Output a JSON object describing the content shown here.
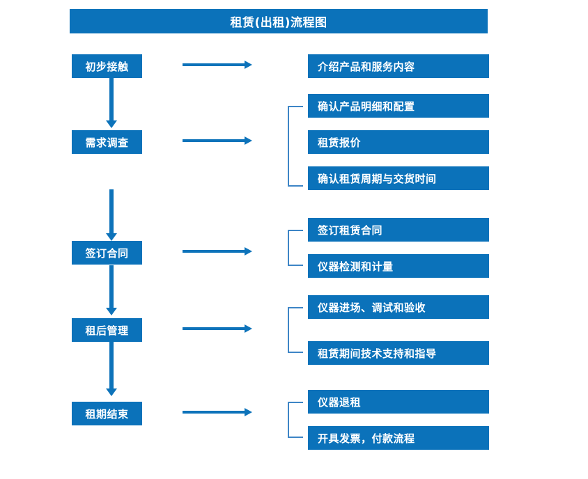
{
  "colors": {
    "box_fill": "#0b72ba",
    "box_text": "#ffffff",
    "arrow": "#0d73ba",
    "bracket": "#3d85c6",
    "background": "#ffffff"
  },
  "header": {
    "title": "租赁(出租)流程图"
  },
  "chart_data": {
    "type": "diagram",
    "title": "租赁(出租)流程图",
    "orientation": "vertical-stages-with-horizontal-details",
    "stages": [
      {
        "index": 1,
        "label": "初步接触",
        "details": [
          "介绍产品和服务内容"
        ],
        "has_bracket": false
      },
      {
        "index": 2,
        "label": "需求调查",
        "details": [
          "确认产品明细和配置",
          "租赁报价",
          "确认租赁周期与交货时间"
        ],
        "has_bracket": true
      },
      {
        "index": 3,
        "label": "签订合同",
        "details": [
          "签订租赁合同",
          "仪器检测和计量"
        ],
        "has_bracket": true
      },
      {
        "index": 4,
        "label": "租后管理",
        "details": [
          "仪器进场、调试和验收",
          "租赁期间技术支持和指导"
        ],
        "has_bracket": true
      },
      {
        "index": 5,
        "label": "租期结束",
        "details": [
          "仪器退租",
          "开具发票，付款流程"
        ],
        "has_bracket": true
      }
    ]
  },
  "stages": {
    "s1": {
      "label": "初步接触"
    },
    "s2": {
      "label": "需求调查"
    },
    "s3": {
      "label": "签订合同"
    },
    "s4": {
      "label": "租后管理"
    },
    "s5": {
      "label": "租期结束"
    }
  },
  "details": {
    "d1": {
      "label": "介绍产品和服务内容"
    },
    "d2": {
      "label": "确认产品明细和配置"
    },
    "d3": {
      "label": "租赁报价"
    },
    "d4": {
      "label": "确认租赁周期与交货时间"
    },
    "d5": {
      "label": "签订租赁合同"
    },
    "d6": {
      "label": "仪器检测和计量"
    },
    "d7": {
      "label": "仪器进场、调试和验收"
    },
    "d8": {
      "label": "租赁期间技术支持和指导"
    },
    "d9": {
      "label": "仪器退租"
    },
    "d10": {
      "label": "开具发票，付款流程"
    }
  }
}
